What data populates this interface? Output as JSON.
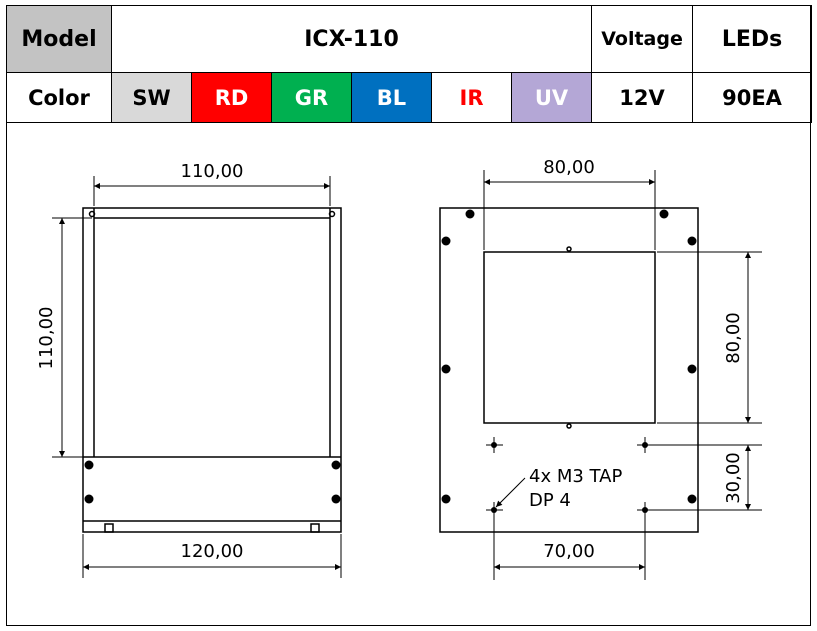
{
  "spec_table": {
    "model_label": "Model",
    "model_value": "ICX-110",
    "voltage_label": "Voltage",
    "leds_label": "LEDs",
    "color_label": "Color",
    "colors": [
      {
        "code": "SW",
        "bg": "#d9d9d9",
        "fg": "#000000"
      },
      {
        "code": "RD",
        "bg": "#ff0000",
        "fg": "#ffffff"
      },
      {
        "code": "GR",
        "bg": "#00b050",
        "fg": "#ffffff"
      },
      {
        "code": "BL",
        "bg": "#0070c0",
        "fg": "#ffffff"
      },
      {
        "code": "IR",
        "bg": "#ffffff",
        "fg": "#ff0000"
      },
      {
        "code": "UV",
        "bg": "#b4a7d6",
        "fg": "#ffffff"
      }
    ],
    "voltage_value": "12V",
    "leds_value": "90EA",
    "header_bg": "#c3c3c3"
  },
  "drawing": {
    "front_view": {
      "width_top": "110,00",
      "height_left": "110,00",
      "width_bottom": "120,00"
    },
    "rear_view": {
      "window_width": "80,00",
      "window_height": "80,00",
      "hole_spacing_vertical": "30,00",
      "hole_spacing_horizontal": "70,00",
      "tap_note_line1": "4x M3 TAP",
      "tap_note_line2": "DP 4"
    }
  }
}
